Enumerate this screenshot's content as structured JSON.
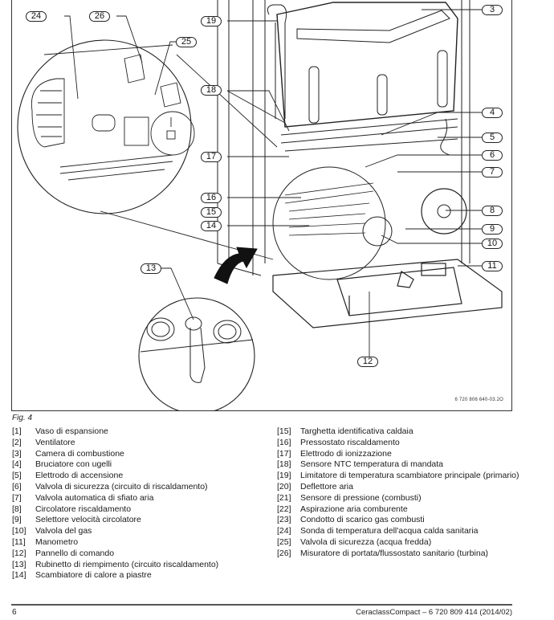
{
  "figure": {
    "callouts": {
      "c3": "3",
      "c4": "4",
      "c5": "5",
      "c6": "6",
      "c7": "7",
      "c8": "8",
      "c9": "9",
      "c10": "10",
      "c11": "11",
      "c12": "12",
      "c13": "13",
      "c14": "14",
      "c15": "15",
      "c16": "16",
      "c17": "17",
      "c18": "18",
      "c19": "19",
      "c24": "24",
      "c25": "25",
      "c26": "26"
    },
    "code": "6 720 806 640-03.2O",
    "caption": "Fig. 4"
  },
  "legend": {
    "left": [
      {
        "num": "[1]",
        "text": "Vaso di espansione"
      },
      {
        "num": "[2]",
        "text": "Ventilatore"
      },
      {
        "num": "[3]",
        "text": "Camera di combustione"
      },
      {
        "num": "[4]",
        "text": "Bruciatore con ugelli"
      },
      {
        "num": "[5]",
        "text": "Elettrodo di accensione"
      },
      {
        "num": "[6]",
        "text": "Valvola di sicurezza (circuito di riscaldamento)"
      },
      {
        "num": "[7]",
        "text": "Valvola automatica di sfiato aria"
      },
      {
        "num": "[8]",
        "text": "Circolatore riscaldamento"
      },
      {
        "num": "[9]",
        "text": "Selettore velocità circolatore"
      },
      {
        "num": "[10]",
        "text": "Valvola del gas"
      },
      {
        "num": "[11]",
        "text": "Manometro"
      },
      {
        "num": "[12]",
        "text": "Pannello di comando"
      },
      {
        "num": "[13]",
        "text": "Rubinetto di riempimento (circuito riscaldamento)"
      },
      {
        "num": "[14]",
        "text": "Scambiatore di calore a piastre"
      }
    ],
    "right": [
      {
        "num": "[15]",
        "text": "Targhetta identificativa caldaia"
      },
      {
        "num": "[16]",
        "text": "Pressostato riscaldamento"
      },
      {
        "num": "[17]",
        "text": "Elettrodo di ionizzazione"
      },
      {
        "num": "[18]",
        "text": "Sensore NTC temperatura di mandata"
      },
      {
        "num": "[19]",
        "text": "Limitatore di temperatura scambiatore principale (primario)"
      },
      {
        "num": "[20]",
        "text": "Deflettore aria"
      },
      {
        "num": "[21]",
        "text": "Sensore di pressione (combusti)"
      },
      {
        "num": "[22]",
        "text": "Aspirazione aria comburente"
      },
      {
        "num": "[23]",
        "text": "Condotto di scarico gas combusti"
      },
      {
        "num": "[24]",
        "text": "Sonda di temperatura dell'acqua calda sanitaria"
      },
      {
        "num": "[25]",
        "text": "Valvola di sicurezza (acqua fredda)"
      },
      {
        "num": "[26]",
        "text": "Misuratore di portata/flussostato sanitario (turbina)"
      }
    ]
  },
  "footer": {
    "page_number": "6",
    "document": "CeraclassCompact – 6 720 809 414 (2014/02)"
  }
}
